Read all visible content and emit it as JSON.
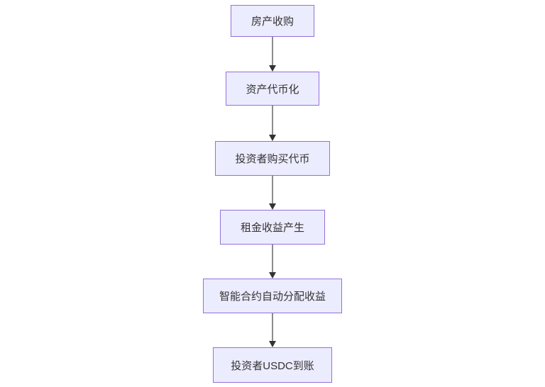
{
  "diagram": {
    "type": "flowchart",
    "direction": "top-down",
    "colors": {
      "background": "#ffffff",
      "node_fill": "#ececff",
      "node_border": "#9370db",
      "node_text": "#333333",
      "edge_line": "#8c8c8c",
      "arrowhead": "#333333"
    },
    "nodes": [
      {
        "label": "房产收购"
      },
      {
        "label": "资产代币化"
      },
      {
        "label": "投资者购买代币"
      },
      {
        "label": "租金收益产生"
      },
      {
        "label": "智能合约自动分配收益"
      },
      {
        "label": "投资者USDC到账"
      }
    ],
    "edges": [
      {
        "from": "房产收购",
        "to": "资产代币化"
      },
      {
        "from": "资产代币化",
        "to": "投资者购买代币"
      },
      {
        "from": "投资者购买代币",
        "to": "租金收益产生"
      },
      {
        "from": "租金收益产生",
        "to": "智能合约自动分配收益"
      },
      {
        "from": "智能合约自动分配收益",
        "to": "投资者USDC到账"
      }
    ]
  }
}
